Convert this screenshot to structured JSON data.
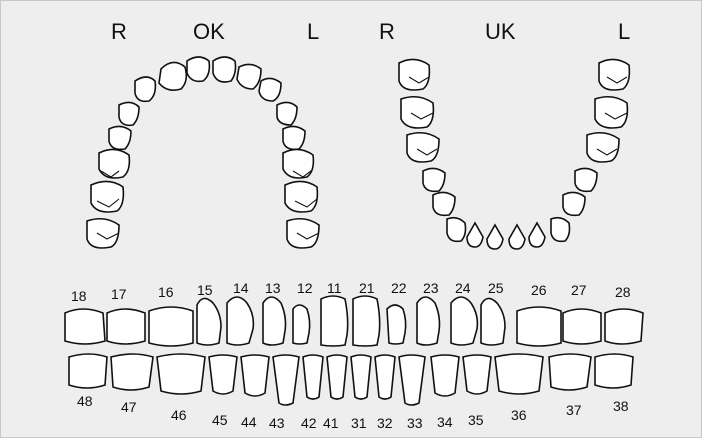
{
  "header": {
    "upper_right": "R",
    "upper_label": "OK",
    "upper_left": "L",
    "lower_right": "R",
    "lower_label": "UK",
    "lower_left": "L"
  },
  "colors": {
    "background": "#eeeeee",
    "outline": "#111111",
    "tooth_fill": "#ffffff"
  },
  "upper_row_numbers": [
    "18",
    "17",
    "16",
    "15",
    "14",
    "13",
    "12",
    "11",
    "21",
    "22",
    "23",
    "24",
    "25",
    "26",
    "27",
    "28"
  ],
  "lower_row_numbers": [
    "48",
    "47",
    "46",
    "45",
    "44",
    "43",
    "42",
    "41",
    "31",
    "32",
    "33",
    "34",
    "35",
    "36",
    "37",
    "38"
  ]
}
